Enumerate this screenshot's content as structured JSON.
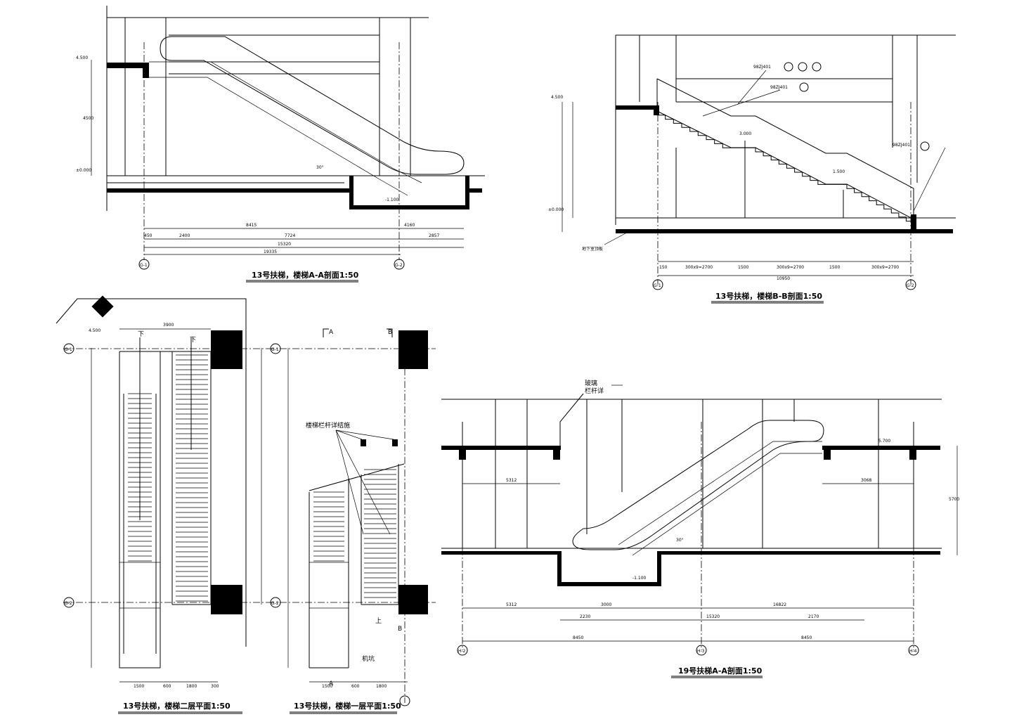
{
  "drawings": {
    "esc13_section_aa": {
      "title": "13号扶梯，楼梯A-A剖面1:50",
      "levels": [
        "4.500",
        "±0.000",
        "-1.100"
      ],
      "angle": "30°",
      "dims_top": [
        "450",
        "2400",
        "8415",
        "7724",
        "4160",
        "2857"
      ],
      "dims_total": [
        "15320",
        "19335"
      ],
      "height_dim": "4500",
      "axes": [
        "G-1",
        "G-2"
      ]
    },
    "stair13_section_bb": {
      "title": "13号扶梯，楼梯B-B剖面1:50",
      "levels": [
        "4.500",
        "3.000",
        "1.500",
        "±0.000"
      ],
      "refs": [
        "98ZJ401",
        "98ZJ401",
        "98ZJ401"
      ],
      "basement_label": "地下室顶板",
      "dims_bottom": [
        "150",
        "300x9=2700",
        "1500",
        "300x9=2700",
        "1500",
        "300x9=2700"
      ],
      "dims_total": "10950",
      "axes": [
        "G-1",
        "G-2"
      ]
    },
    "esc13_plan2": {
      "title": "13号扶梯，楼梯二层平面1:50",
      "level": "4.500",
      "down_labels": [
        "下",
        "下"
      ],
      "dims_bottom": [
        "1500",
        "600",
        "1800",
        "300"
      ],
      "dims_top": "3900",
      "axes": [
        "G-1",
        "G-2"
      ]
    },
    "esc13_plan1": {
      "title": "13号扶梯，楼梯一层平面1:50",
      "note": "楼梯栏杆详结施",
      "pit_label": "机坑",
      "up_label": "上",
      "section_marks": [
        "A",
        "B",
        "A",
        "B"
      ],
      "dims_bottom": [
        "1500",
        "600",
        "1800"
      ],
      "axes": [
        "G-1",
        "G-2"
      ]
    },
    "esc19_section_aa": {
      "title": "19号扶梯A-A剖面1:50",
      "note_a": "玻璃",
      "note_b": "栏杆详",
      "level_top": "5.700",
      "level_bottom": "-1.100",
      "angle": "30°",
      "dims_row1": [
        "5312",
        "3000",
        "16822"
      ],
      "dims_row2": [
        "2230",
        "15320",
        "2170"
      ],
      "dims_row3": [
        "8450",
        "8450"
      ],
      "dims_side": [
        "5312",
        "3068"
      ],
      "height_dim": "5700",
      "axes": [
        "H-2",
        "H-3",
        "H-4"
      ]
    }
  }
}
